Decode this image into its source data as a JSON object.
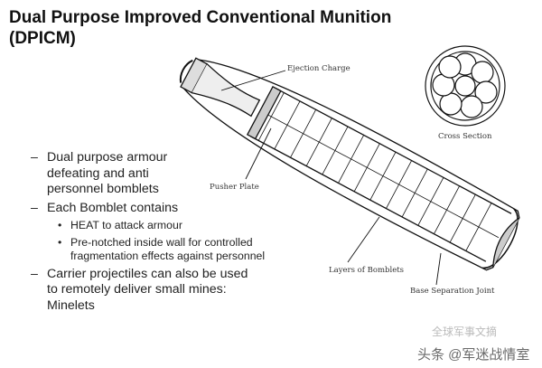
{
  "title": "Dual Purpose Improved Conventional Munition (DPICM)",
  "bullets": [
    {
      "text": "Dual purpose armour defeating and anti personnel bomblets",
      "dash": "–"
    },
    {
      "text": "Each Bomblet contains",
      "dash": "–",
      "sub": [
        {
          "text": "HEAT to attack armour",
          "dot": "•"
        },
        {
          "text": "Pre-notched inside wall for controlled fragmentation effects against personnel",
          "dot": "•"
        }
      ]
    },
    {
      "text": "Carrier projectiles can also be used to remotely deliver small mines: Minelets",
      "dash": "–"
    }
  ],
  "labels": {
    "ejection": "Ejection Charge",
    "cross": "Cross Section",
    "pusher": "Pusher Plate",
    "layers": "Layers of Bomblets",
    "base": "Base Separation Joint"
  },
  "watermark": {
    "main": "头条 @军迷战情室",
    "faint": "全球军事文摘"
  }
}
